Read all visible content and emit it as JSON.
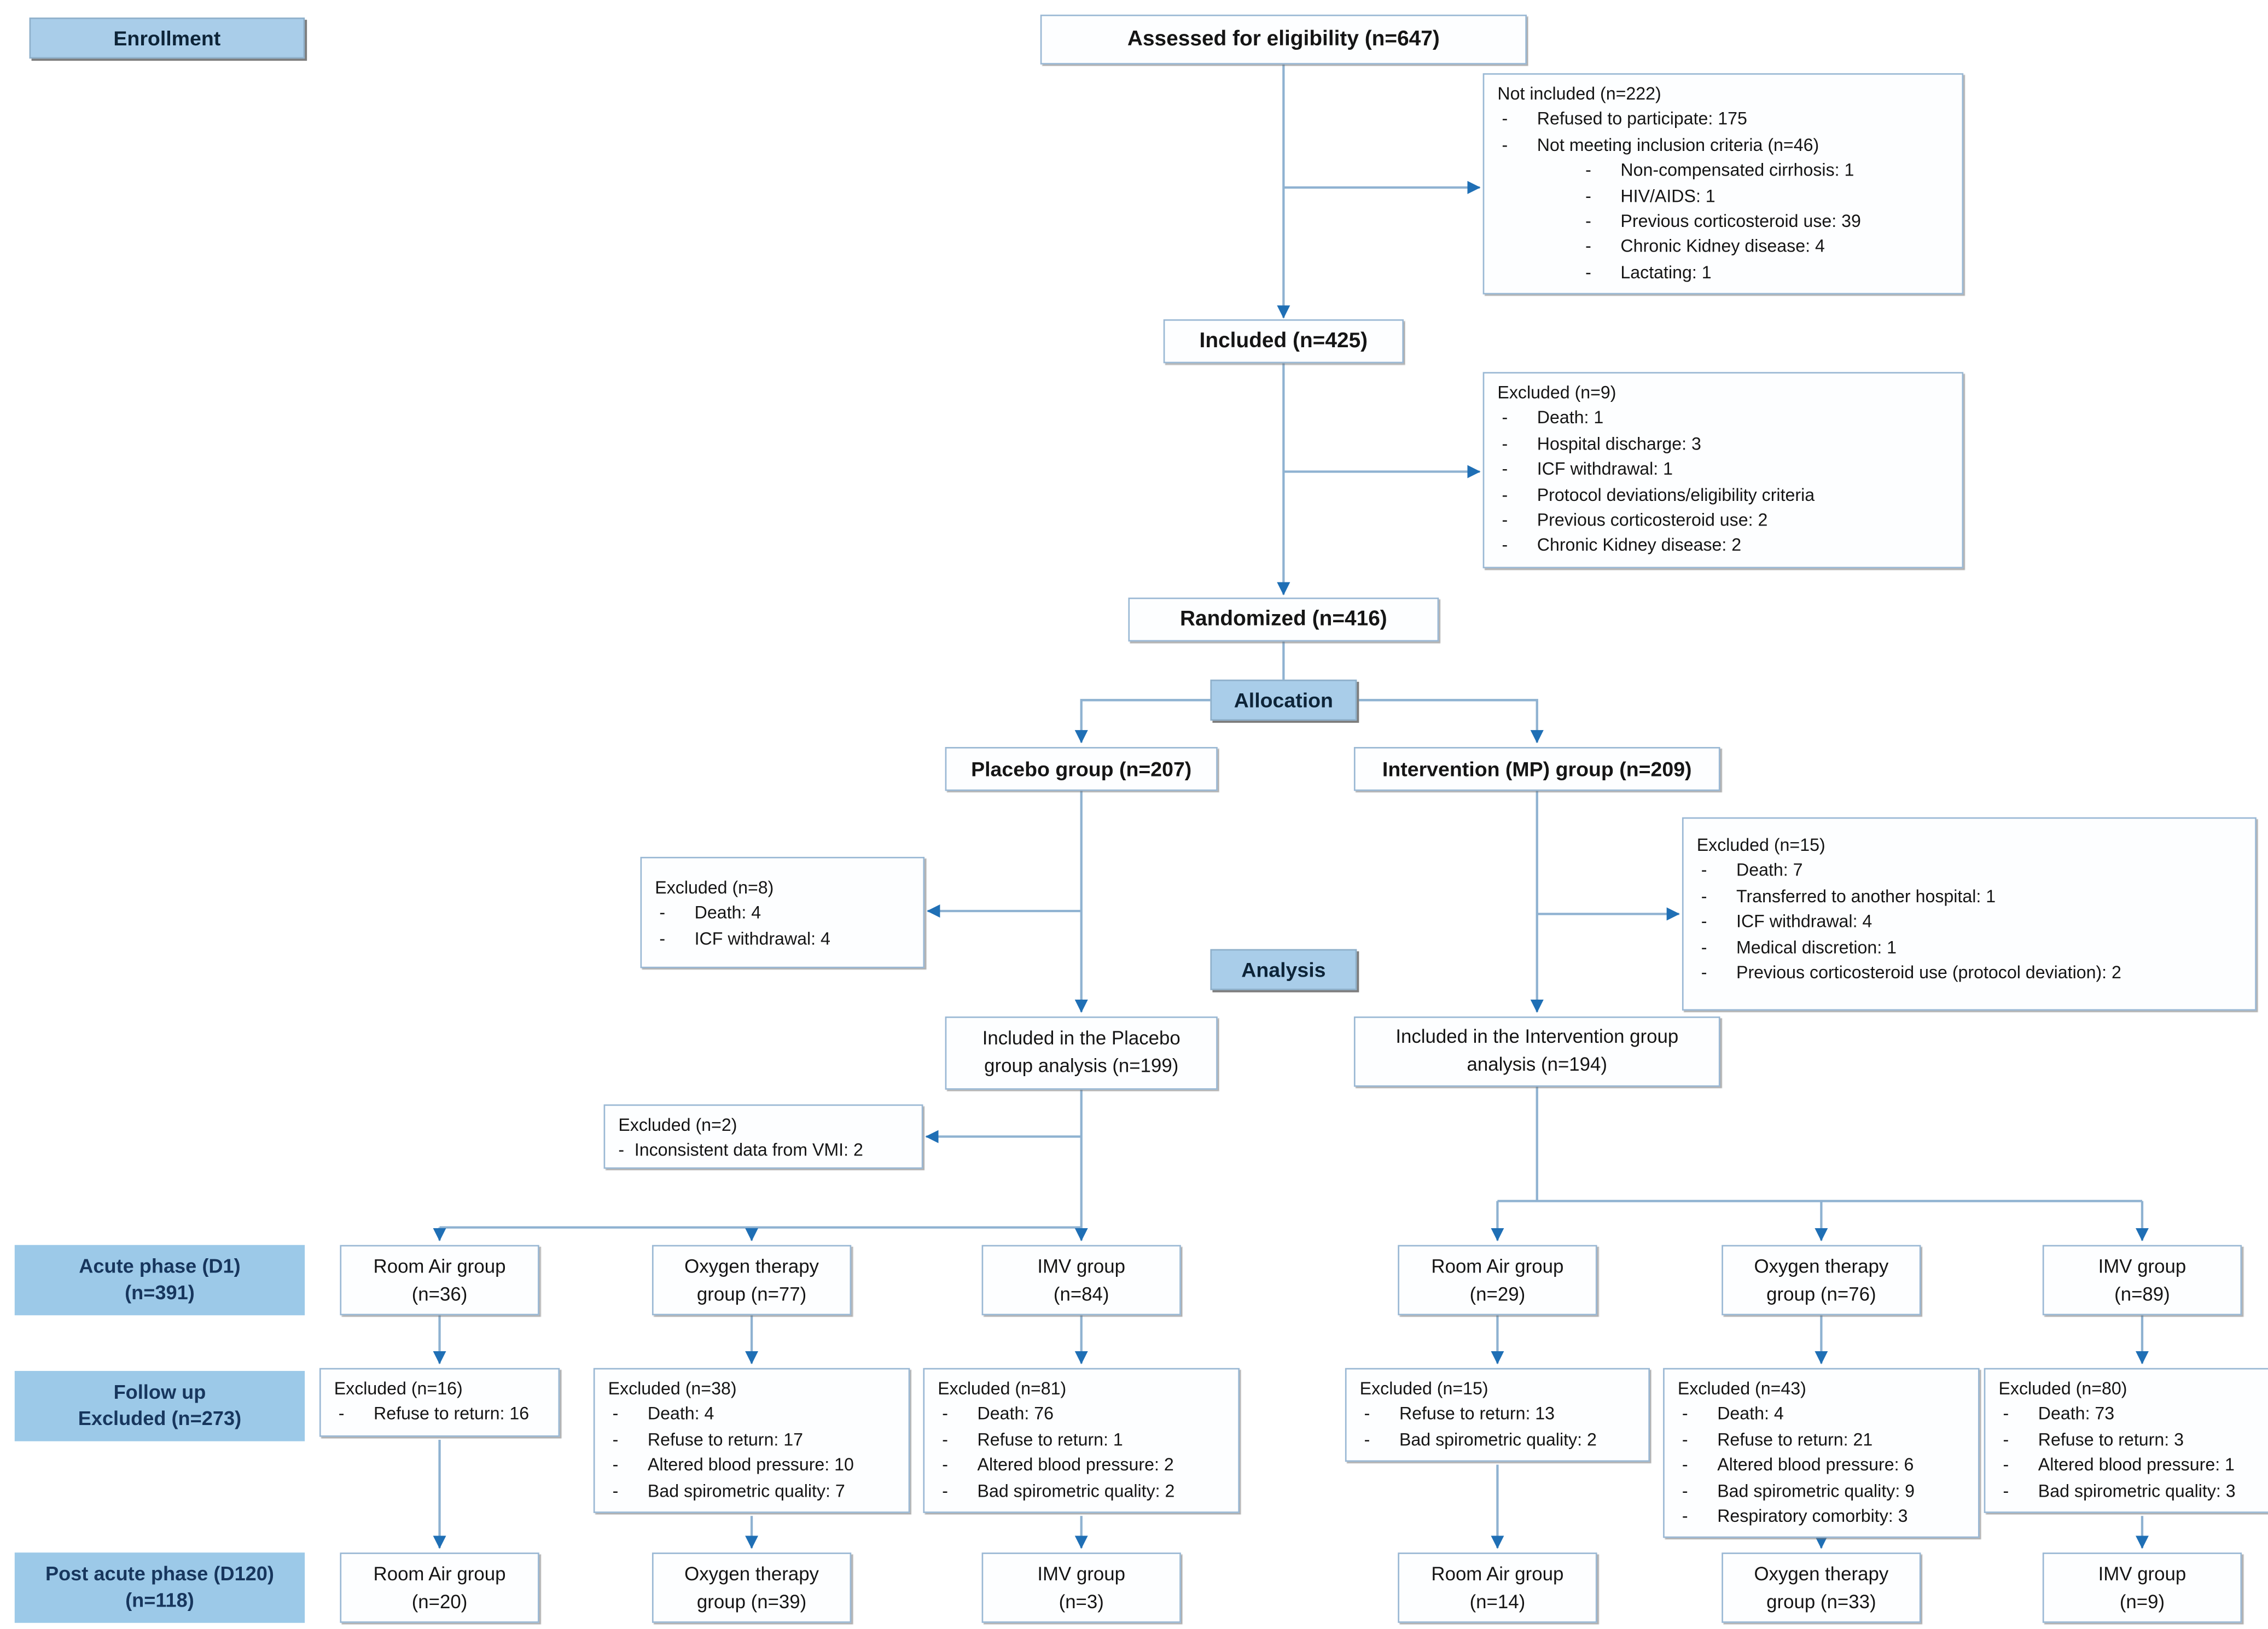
{
  "colors": {
    "label_fill": "#A9CDE9",
    "phase_label_fill": "#9CC9E8",
    "phase_label_text": "#17365D",
    "box_border": "#9AB8D4",
    "line": "#8FB2D1",
    "arrow": "#1F6FB5"
  },
  "labels": {
    "enrollment": "Enrollment",
    "allocation": "Allocation",
    "analysis": "Analysis"
  },
  "phases": {
    "acute": {
      "line1": "Acute phase (D1)",
      "line2": "(n=391)"
    },
    "followup": {
      "line1": "Follow up",
      "line2": "Excluded (n=273)"
    },
    "postacute": {
      "line1": "Post acute phase (D120)",
      "line2": "(n=118)"
    }
  },
  "main": {
    "assessed": "Assessed for eligibility (n=647)",
    "included": "Included (n=425)",
    "randomized": "Randomized (n=416)",
    "placebo": "Placebo group (n=207)",
    "intervention": "Intervention (MP) group (n=209)",
    "placebo_analysis": {
      "line1": "Included in the Placebo",
      "line2": "group analysis (n=199)"
    },
    "intervention_analysis": {
      "line1": "Included in the Intervention group",
      "line2": "analysis (n=194)"
    }
  },
  "side_boxes": {
    "not_included": {
      "title": "Not included (n=222)",
      "items": [
        {
          "text": "Refused to participate: 175",
          "level": 1
        },
        {
          "text": "Not meeting inclusion criteria (n=46)",
          "level": 1
        },
        {
          "text": "Non-compensated cirrhosis: 1",
          "level": 2
        },
        {
          "text": "HIV/AIDS: 1",
          "level": 2
        },
        {
          "text": "Previous corticosteroid use: 39",
          "level": 2
        },
        {
          "text": "Chronic Kidney disease: 4",
          "level": 2
        },
        {
          "text": "Lactating: 1",
          "level": 2
        }
      ]
    },
    "excluded_9": {
      "title": "Excluded (n=9)",
      "items": [
        {
          "text": "Death: 1",
          "level": 1
        },
        {
          "text": "Hospital discharge: 3",
          "level": 1
        },
        {
          "text": "ICF withdrawal: 1",
          "level": 1
        },
        {
          "text": "Protocol deviations/eligibility criteria",
          "level": 1
        },
        {
          "text": "Previous corticosteroid use: 2",
          "level": 1
        },
        {
          "text": "Chronic Kidney disease: 2",
          "level": 1
        }
      ]
    },
    "excluded_8": {
      "title": "Excluded (n=8)",
      "items": [
        {
          "text": "Death: 4",
          "level": 1
        },
        {
          "text": "ICF withdrawal: 4",
          "level": 1
        }
      ]
    },
    "excluded_15": {
      "title": "Excluded (n=15)",
      "items": [
        {
          "text": "Death: 7",
          "level": 1
        },
        {
          "text": "Transferred to another hospital: 1",
          "level": 1
        },
        {
          "text": "ICF withdrawal: 4",
          "level": 1
        },
        {
          "text": "Medical discretion: 1",
          "level": 1
        },
        {
          "text": "Previous corticosteroid use (protocol deviation): 2",
          "level": 1
        }
      ]
    },
    "excluded_2": {
      "title": "Excluded (n=2)",
      "items": [
        {
          "text": "Inconsistent data from VMI: 2",
          "level": 0
        }
      ]
    }
  },
  "acute_row": [
    {
      "line1": "Room Air group",
      "line2": "(n=36)"
    },
    {
      "line1": "Oxygen therapy",
      "line2": "group (n=77)"
    },
    {
      "line1": "IMV group",
      "line2": "(n=84)"
    },
    {
      "line1": "Room Air group",
      "line2": "(n=29)"
    },
    {
      "line1": "Oxygen therapy",
      "line2": "group (n=76)"
    },
    {
      "line1": "IMV group",
      "line2": "(n=89)"
    }
  ],
  "followup_row": [
    {
      "title": "Excluded (n=16)",
      "items": [
        {
          "text": "Refuse to return: 16",
          "level": 1
        }
      ]
    },
    {
      "title": "Excluded (n=38)",
      "items": [
        {
          "text": "Death: 4",
          "level": 1
        },
        {
          "text": "Refuse to return: 17",
          "level": 1
        },
        {
          "text": "Altered blood pressure: 10",
          "level": 1
        },
        {
          "text": "Bad spirometric quality: 7",
          "level": 1
        }
      ]
    },
    {
      "title": "Excluded (n=81)",
      "items": [
        {
          "text": "Death: 76",
          "level": 1
        },
        {
          "text": "Refuse to return: 1",
          "level": 1
        },
        {
          "text": "Altered blood pressure: 2",
          "level": 1
        },
        {
          "text": "Bad spirometric quality: 2",
          "level": 1
        }
      ]
    },
    {
      "title": "Excluded (n=15)",
      "items": [
        {
          "text": "Refuse to return: 13",
          "level": 1
        },
        {
          "text": "Bad spirometric quality: 2",
          "level": 1
        }
      ]
    },
    {
      "title": "Excluded (n=43)",
      "items": [
        {
          "text": "Death: 4",
          "level": 1
        },
        {
          "text": "Refuse to return: 21",
          "level": 1
        },
        {
          "text": "Altered blood pressure: 6",
          "level": 1
        },
        {
          "text": "Bad spirometric quality: 9",
          "level": 1
        },
        {
          "text": "Respiratory comorbity: 3",
          "level": 1
        }
      ]
    },
    {
      "title": "Excluded (n=80)",
      "items": [
        {
          "text": "Death: 73",
          "level": 1
        },
        {
          "text": "Refuse to return: 3",
          "level": 1
        },
        {
          "text": "Altered blood pressure: 1",
          "level": 1
        },
        {
          "text": "Bad spirometric quality: 3",
          "level": 1
        }
      ]
    }
  ],
  "postacute_row": [
    {
      "line1": "Room Air group",
      "line2": "(n=20)"
    },
    {
      "line1": "Oxygen therapy",
      "line2": "group (n=39)"
    },
    {
      "line1": "IMV group",
      "line2": "(n=3)"
    },
    {
      "line1": "Room Air group",
      "line2": "(n=14)"
    },
    {
      "line1": "Oxygen therapy",
      "line2": "group (n=33)"
    },
    {
      "line1": "IMV group",
      "line2": "(n=9)"
    }
  ]
}
